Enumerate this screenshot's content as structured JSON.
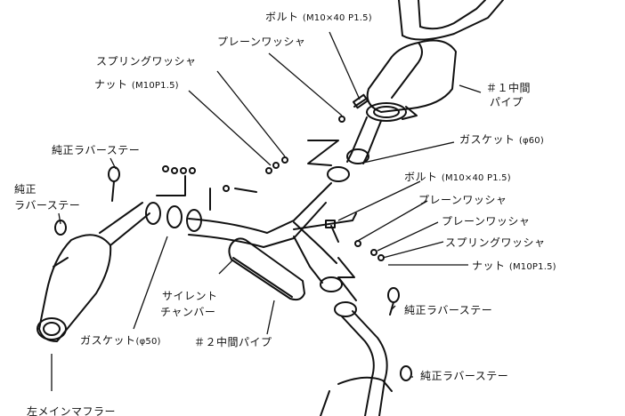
{
  "labels": {
    "bolt_top": "ボルト",
    "bolt_top_spec": "(M10×40  P1.5)",
    "plain_washer_top": "プレーンワッシャ",
    "spring_washer_top": "スプリングワッシャ",
    "nut_top": "ナット",
    "nut_top_spec": "(M10P1.5)",
    "mid_pipe_1_line1": "＃１中間",
    "mid_pipe_1_line2": "パイプ",
    "gasket_60": "ガスケット",
    "gasket_60_spec": "(φ60)",
    "rubber_stay_upper_left": "純正ラバーステー",
    "rubber_stay_left_line1": "純正",
    "rubber_stay_left_line2": "ラバーステー",
    "bolt_right": "ボルト",
    "bolt_right_spec": "(M10×40  P1.5)",
    "plain_washer_right_1": "プレーンワッシャ",
    "plain_washer_right_2": "プレーンワッシャ",
    "spring_washer_right": "スプリングワッシャ",
    "nut_right": "ナット",
    "nut_right_spec": "(M10P1.5)",
    "silent_chamber_line1": "サイレント",
    "silent_chamber_line2": "チャンバー",
    "rubber_stay_right_1": "純正ラバーステー",
    "gasket_50": "ガスケット",
    "gasket_50_spec": "(φ50)",
    "mid_pipe_2": "＃２中間パイプ",
    "rubber_stay_right_2": "純正ラバーステー",
    "left_main_muffler": "左メインマフラー"
  }
}
